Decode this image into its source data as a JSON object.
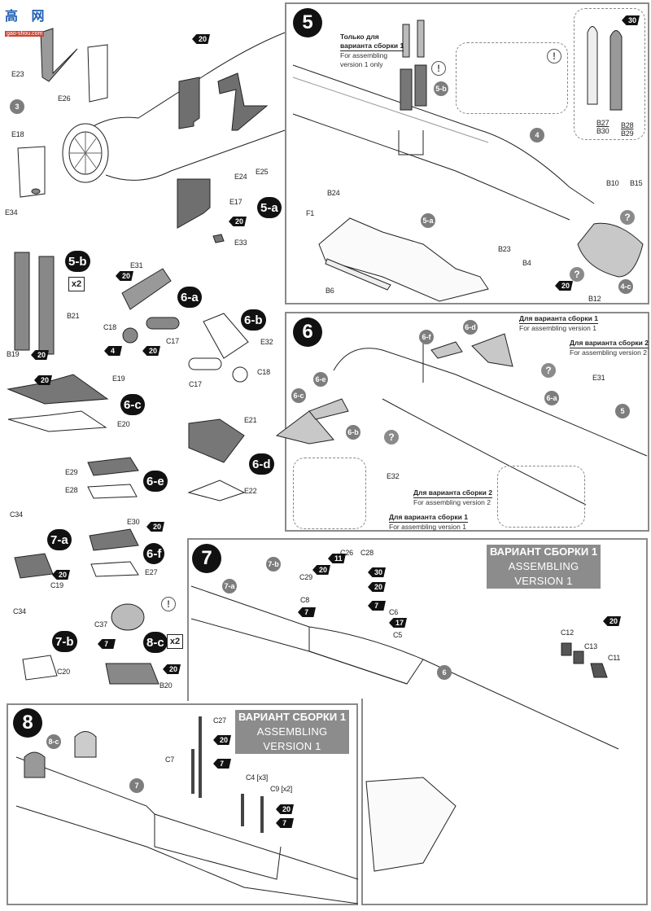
{
  "watermark": {
    "chars": "高 网",
    "url": "gao-shou.com"
  },
  "colors": {
    "panel_border": "#8a8a8a",
    "badge_dark": "#111111",
    "badge_grey": "#7d7d7d",
    "part_fill_dark": "#6f6f6f",
    "part_fill_light": "#d4d4d4",
    "version_box": "#8c8c8c"
  },
  "top_left": {
    "sub_step": "5-a",
    "ref": "3",
    "parts": [
      "E23",
      "E26",
      "E24",
      "E25",
      "E18",
      "E17",
      "E34",
      "E33"
    ],
    "paint": [
      "20",
      "20"
    ]
  },
  "step5": {
    "number": "5",
    "note": {
      "ru_line1": "Только для",
      "ru_line2": "варианта сборки 1",
      "en_line1": "For assembling",
      "en_line2": "version  1 only"
    },
    "refs": [
      "5-b",
      "4",
      "5-a",
      "4-c"
    ],
    "parts": [
      "B27",
      "B30",
      "B28",
      "B29",
      "B10",
      "B15",
      "B24",
      "F1",
      "B23",
      "B6",
      "B4",
      "B12"
    ],
    "paint": [
      "30",
      "20"
    ],
    "warn": "!",
    "question": "?"
  },
  "sub_steps_left": {
    "s5b": {
      "label": "5-b",
      "mult": "x2",
      "parts": [
        "B21",
        "B19"
      ],
      "paint": "20"
    },
    "s6a": {
      "label": "6-a",
      "parts": [
        "E31",
        "C18",
        "C17"
      ],
      "paint": [
        "20",
        "4",
        "20"
      ]
    },
    "s6b": {
      "label": "6-b",
      "parts": [
        "E32",
        "C17",
        "C18"
      ]
    },
    "s6c": {
      "label": "6-c",
      "parts": [
        "E19",
        "E20"
      ],
      "paint": "20"
    },
    "s6d": {
      "label": "6-d",
      "parts": [
        "E21",
        "E22"
      ]
    },
    "s6e": {
      "label": "6-e",
      "parts": [
        "E29",
        "E28"
      ]
    },
    "s6f": {
      "label": "6-f",
      "parts": [
        "E30",
        "E27"
      ],
      "paint": "20"
    },
    "s7a": {
      "label": "7-a",
      "parts": [
        "C34",
        "C19"
      ],
      "paint": "20"
    },
    "s7b": {
      "label": "7-b",
      "parts": [
        "C34",
        "C20"
      ]
    },
    "s8c": {
      "label": "8-c",
      "mult": "x2",
      "parts": [
        "C37",
        "B20"
      ],
      "paint": [
        "7",
        "20"
      ],
      "warn": "!"
    }
  },
  "step6": {
    "number": "6",
    "refs": [
      "6-d",
      "6-f",
      "6-e",
      "6-c",
      "6-b",
      "6-a",
      "5"
    ],
    "parts": [
      "E31",
      "E32"
    ],
    "notes": [
      {
        "ru": "Для варианта сборки 1",
        "en": "For assembling version 1"
      },
      {
        "ru": "Для варианта сборки 2",
        "en": "For assembling version 2"
      },
      {
        "ru": "Для варианта сборки 2",
        "en": "For assembling version  2"
      },
      {
        "ru": "Для варианта сборки 1",
        "en": "For assembling version  1"
      }
    ],
    "question": "?"
  },
  "step7": {
    "number": "7",
    "version": {
      "ru": "ВАРИАНТ СБОРКИ 1",
      "en": "ASSEMBLING VERSION  1"
    },
    "refs": [
      "7-a",
      "7-b",
      "6"
    ],
    "parts": [
      "C26",
      "C28",
      "C29",
      "C8",
      "C6",
      "C5",
      "C12",
      "C13",
      "C11"
    ],
    "paint": [
      "20",
      "11",
      "30",
      "20",
      "7",
      "7",
      "17",
      "20"
    ]
  },
  "step8": {
    "number": "8",
    "version": {
      "ru": "ВАРИАНТ СБОРКИ 1",
      "en": "ASSEMBLING VERSION  1"
    },
    "refs": [
      "8-c",
      "7"
    ],
    "parts": [
      "C27",
      "C7",
      "C4 [x3]",
      "C9 [x2]"
    ],
    "paint": [
      "20",
      "7",
      "20",
      "7"
    ]
  }
}
